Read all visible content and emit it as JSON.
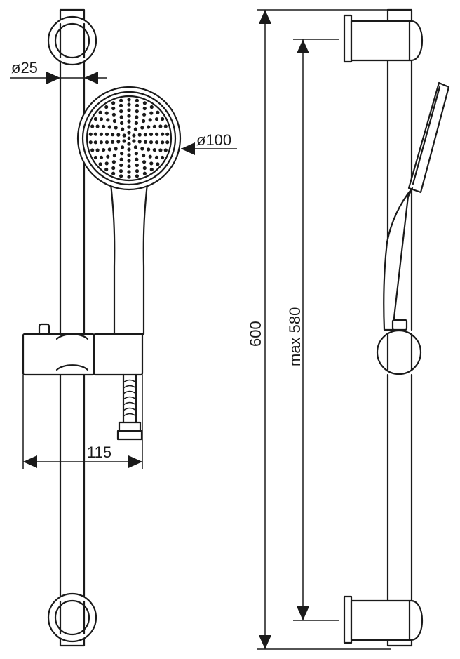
{
  "dimensions": {
    "rail_diameter": "ø25",
    "head_diameter": "ø100",
    "bracket_offset": "115",
    "total_height": "600",
    "max_adjust": "max 580"
  },
  "colors": {
    "line": "#1a1a1a",
    "background": "#ffffff"
  }
}
